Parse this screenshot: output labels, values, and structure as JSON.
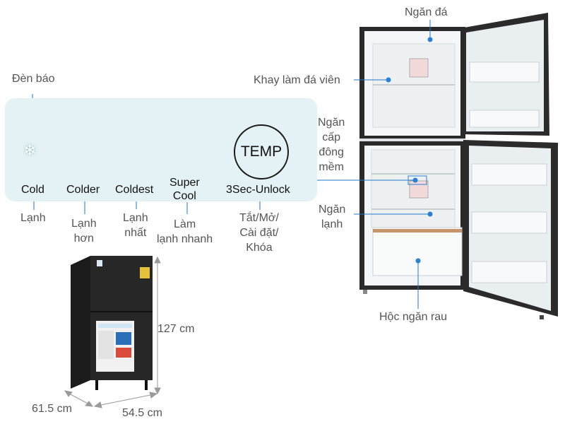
{
  "panel": {
    "indicator_label": "Đèn báo",
    "controls": [
      {
        "text": "Cold",
        "label": "Lạnh"
      },
      {
        "text": "Colder",
        "label": "Lạnh\nhơn"
      },
      {
        "text": "Coldest",
        "label": "Lạnh\nnhất"
      },
      {
        "text": "Super\nCool",
        "label": "Làm\nlạnh nhanh"
      },
      {
        "text": "3Sec-Unlock",
        "label": "Tắt/Mở/\nCài đặt/\nKhóa"
      }
    ],
    "temp_button": "TEMP"
  },
  "fridge_parts": {
    "ice_compartment": "Ngăn đá",
    "ice_tray": "Khay làm đá viên",
    "soft_freeze": "Ngăn\ncấp\nđông\nmềm",
    "cool_compartment": "Ngăn\nlạnh",
    "vegetable_drawer": "Hộc ngăn rau"
  },
  "dimensions": {
    "height": "127 cm",
    "depth": "61.5 cm",
    "width": "54.5 cm"
  },
  "colors": {
    "panel_bg": "#e4f2f6",
    "marker": "#2a7fd6",
    "fridge_body": "#1f1f1f"
  }
}
